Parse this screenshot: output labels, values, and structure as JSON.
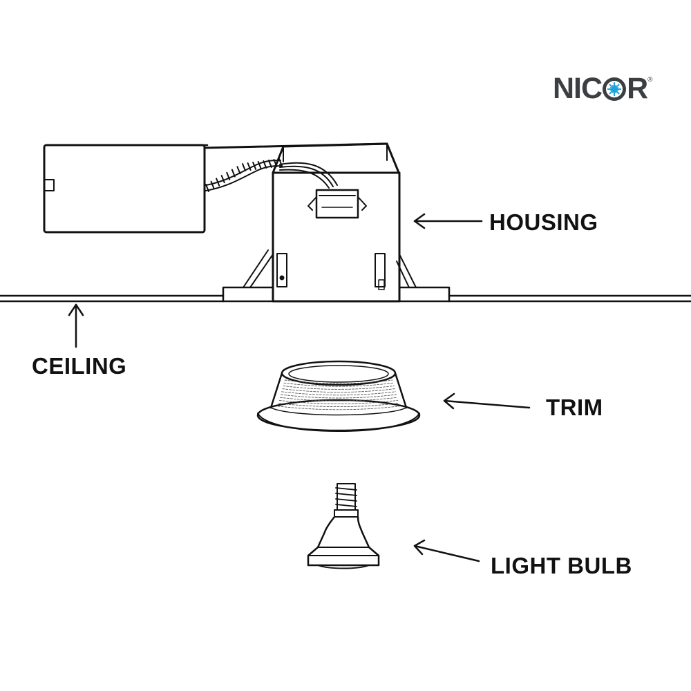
{
  "brand": {
    "name_part1": "NIC",
    "name_part2": "R",
    "registered_mark": "®",
    "star_color": "#1fa3d9",
    "text_color": "#3c3f42"
  },
  "labels": {
    "housing": "HOUSING",
    "ceiling": "CEILING",
    "trim": "TRIM",
    "light_bulb": "LIGHT BULB"
  },
  "style": {
    "line_color": "#111111",
    "background": "#ffffff"
  }
}
